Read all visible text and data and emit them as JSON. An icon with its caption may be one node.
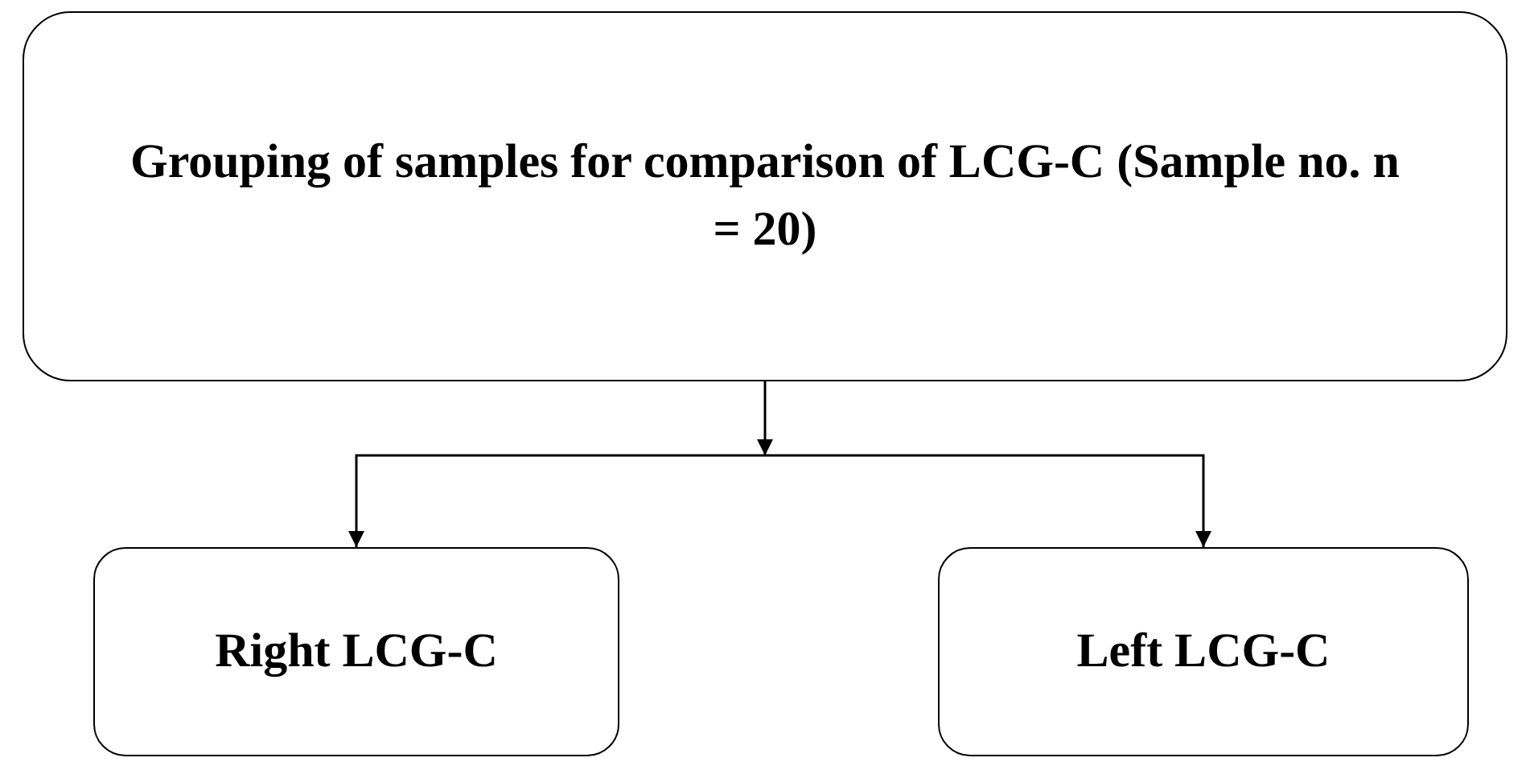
{
  "diagram": {
    "nodes": [
      {
        "text": [
          "Grouping of samples for comparison of LCG-C (Sample no. n = 20)"
        ]
      },
      {
        "text": [
          "Right LCG-C"
        ]
      },
      {
        "text": [
          "Left LCG-C"
        ]
      }
    ],
    "edges": [
      {
        "from": 0,
        "to": 1,
        "arrow": "to"
      },
      {
        "from": 0,
        "to": 2,
        "arrow": "to"
      }
    ]
  }
}
